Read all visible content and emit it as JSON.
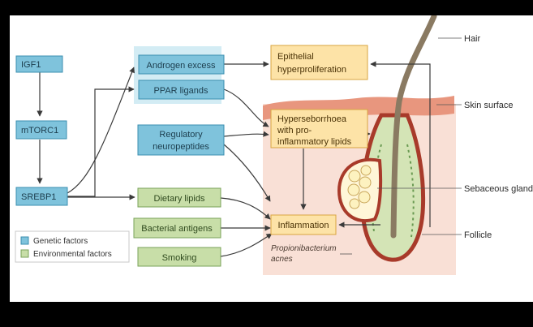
{
  "genetic_factors": {
    "igf1": "IGF1",
    "mtorc1": "mTORC1",
    "srebp1": "SREBP1"
  },
  "mediators": {
    "androgen_excess": "Androgen excess",
    "ppar_ligands": "PPAR ligands",
    "regulatory_neuropeptides_line1": "Regulatory",
    "regulatory_neuropeptides_line2": "neuropeptides",
    "dietary_lipids": "Dietary lipids",
    "bacterial_antigens": "Bacterial antigens",
    "smoking": "Smoking"
  },
  "outcomes": {
    "epithelial_line1": "Epithelial",
    "epithelial_line2": "hyperproliferation",
    "hyperseborrhoea_line1": "Hyperseborrhoea",
    "hyperseborrhoea_line2": "with pro-",
    "hyperseborrhoea_line3": "inflammatory lipids",
    "inflammation": "Inflammation",
    "propionibacterium_line1": "Propionibacterium",
    "propionibacterium_line2": "acnes"
  },
  "anatomy": {
    "hair": "Hair",
    "skin_surface": "Skin surface",
    "sebaceous_gland": "Sebaceous gland",
    "follicle": "Follicle"
  },
  "legend": {
    "genetic": "Genetic factors",
    "environmental": "Environmental factors"
  },
  "colors": {
    "genetic_fill": "#7fc3dc",
    "genetic_stroke": "#3b8fb0",
    "environmental_fill": "#c8dea8",
    "environmental_stroke": "#7aa35a",
    "outcome_fill": "#fde3a7",
    "outcome_stroke": "#d9a441",
    "highlight_box": "#d3ecf4",
    "skin_area": "#f9e0d6",
    "skin_surface": "#e8967e",
    "follicle_outline": "#a83a2a",
    "gland_fill": "#d4e4b6",
    "arrow": "#3a3a3a"
  }
}
